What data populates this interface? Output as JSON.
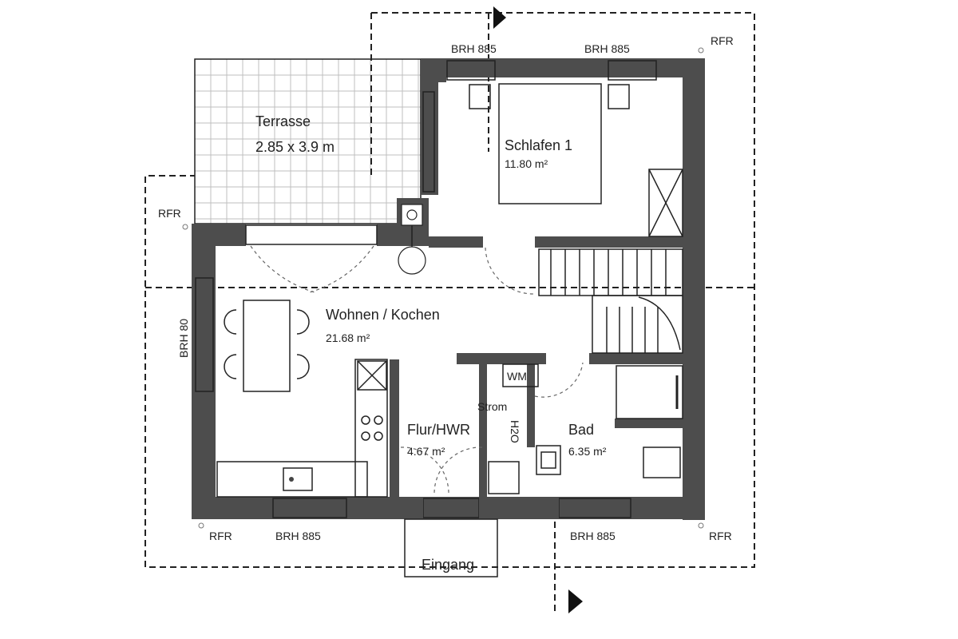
{
  "rooms": {
    "terrasse": {
      "name": "Terrasse",
      "size": "2.85 x 3.9 m"
    },
    "schlafen": {
      "name": "Schlafen 1",
      "area": "11.80 m²"
    },
    "wohnen": {
      "name": "Wohnen / Kochen",
      "area": "21.68 m²"
    },
    "flur": {
      "name": "Flur/HWR",
      "area": "4.67 m²"
    },
    "bad": {
      "name": "Bad",
      "area": "6.35 m²"
    },
    "eingang": {
      "name": "Eingang"
    }
  },
  "labels": {
    "brh_top_left": "BRH 885",
    "brh_top_right": "BRH 885",
    "brh_bottom_left": "BRH 885",
    "brh_bottom_right": "BRH 885",
    "brh_left": "BRH 80",
    "rfr_top_right": "RFR",
    "rfr_left": "RFR",
    "rfr_bottom_left": "RFR",
    "rfr_bottom_right": "RFR",
    "wm": "WM",
    "strom": "Strom",
    "h2o": "H2O"
  },
  "colors": {
    "wall": "#4d4d4d",
    "line": "#222222",
    "tile": "#bfbfbf"
  }
}
